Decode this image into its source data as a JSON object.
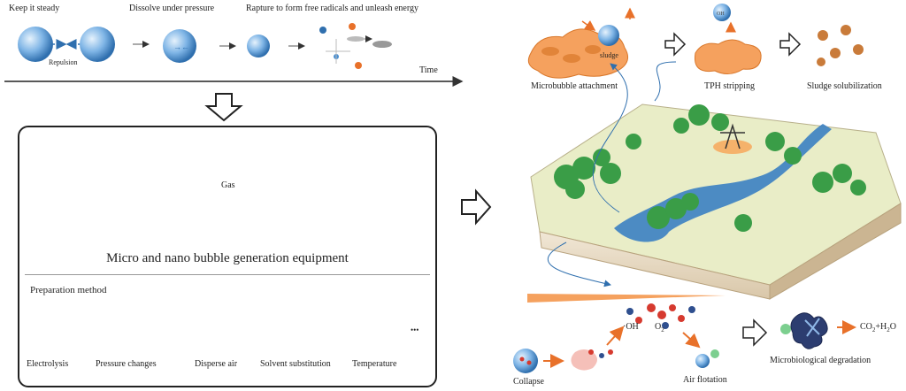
{
  "top_process": {
    "step1": "Keep it steady",
    "step2": "Dissolve under pressure",
    "step3": "Rapture to form free radicals and unleash energy",
    "repulsion": "Repulsion",
    "time_label": "Time"
  },
  "equipment": {
    "title": "Micro and nano bubble generation equipment",
    "gas_label": "Gas",
    "preparation_title": "Preparation method",
    "methods": [
      {
        "label": "Electrolysis",
        "icon": "electrolysis-plates-icon"
      },
      {
        "label": "Pressure changes",
        "icon": "pressure-gauge-icon"
      },
      {
        "label": "Disperse air",
        "icon": "air-diffuser-icon"
      },
      {
        "label": "Solvent substitution",
        "icon": "flask-icon"
      },
      {
        "label": "Temperature",
        "icon": "thermometer-icon"
      }
    ],
    "more": "•••"
  },
  "remediation": {
    "attachment": "Microbubble attachment",
    "sludge": "sludge",
    "tph_stripping": "TPH stripping",
    "solubilization": "Sludge solubilization",
    "collapse": "Collapse",
    "oh": "·OH",
    "o2_base": "O",
    "o2_sub": "2",
    "air_flotation": "Air flotation",
    "degradation": "Microbiological degradation",
    "co2_h2o_a": "CO",
    "co2_h2o_sub1": "2",
    "co2_h2o_b": "+H",
    "co2_h2o_sub2": "2",
    "co2_h2o_c": "O"
  },
  "colors": {
    "bubble_blue": "#4a8fd0",
    "pipe_blue": "#2f6fae",
    "arrow_orange": "#e8712a",
    "sludge_orange": "#f5a15e",
    "tree_green": "#3a9d47"
  }
}
